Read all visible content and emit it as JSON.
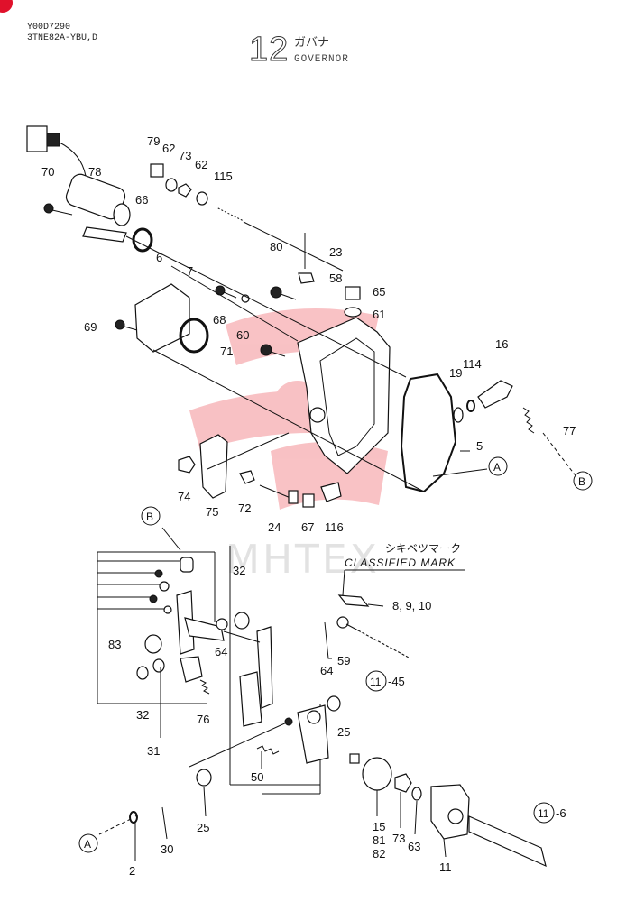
{
  "header": {
    "model_code": "Y00D7290",
    "model_name": "3TNE82A-YBU,D",
    "section_number": "12",
    "section_title_kana": "ガバナ",
    "section_title": "GOVERNOR"
  },
  "watermark": {
    "text": "MHTEX",
    "color": "#e8252e"
  },
  "annotations": {
    "classified_kana": "シキベツマーク",
    "classified_mark": "CLASSIFIED MARK",
    "ref_8_9_10": "8, 9, 10",
    "ref_11_45": "-45",
    "ref_11_6": "-6",
    "circle_11": "11"
  },
  "reference_markers": {
    "A": "A",
    "B": "B"
  },
  "part_labels": {
    "p79": "79",
    "p62a": "62",
    "p73a": "73",
    "p62b": "62",
    "p70": "70",
    "p78": "78",
    "p115": "115",
    "p66": "66",
    "p6": "6",
    "p7": "7",
    "p80": "80",
    "p23": "23",
    "p58": "58",
    "p65": "65",
    "p61": "61",
    "p68": "68",
    "p60": "60",
    "p69": "69",
    "p71": "71",
    "p16": "16",
    "p114": "114",
    "p19": "19",
    "p77": "77",
    "p5": "5",
    "p74": "74",
    "p75": "75",
    "p72": "72",
    "p24": "24",
    "p67": "67",
    "p116": "116",
    "p32a": "32",
    "p83": "83",
    "p64a": "64",
    "p64b": "64",
    "p59": "59",
    "p32b": "32",
    "p76": "76",
    "p31": "31",
    "p25a": "25",
    "p50": "50",
    "p25b": "25",
    "p15": "15",
    "p81": "81",
    "p82": "82",
    "p73b": "73",
    "p63": "63",
    "p30": "30",
    "p2": "2",
    "p11": "11"
  }
}
